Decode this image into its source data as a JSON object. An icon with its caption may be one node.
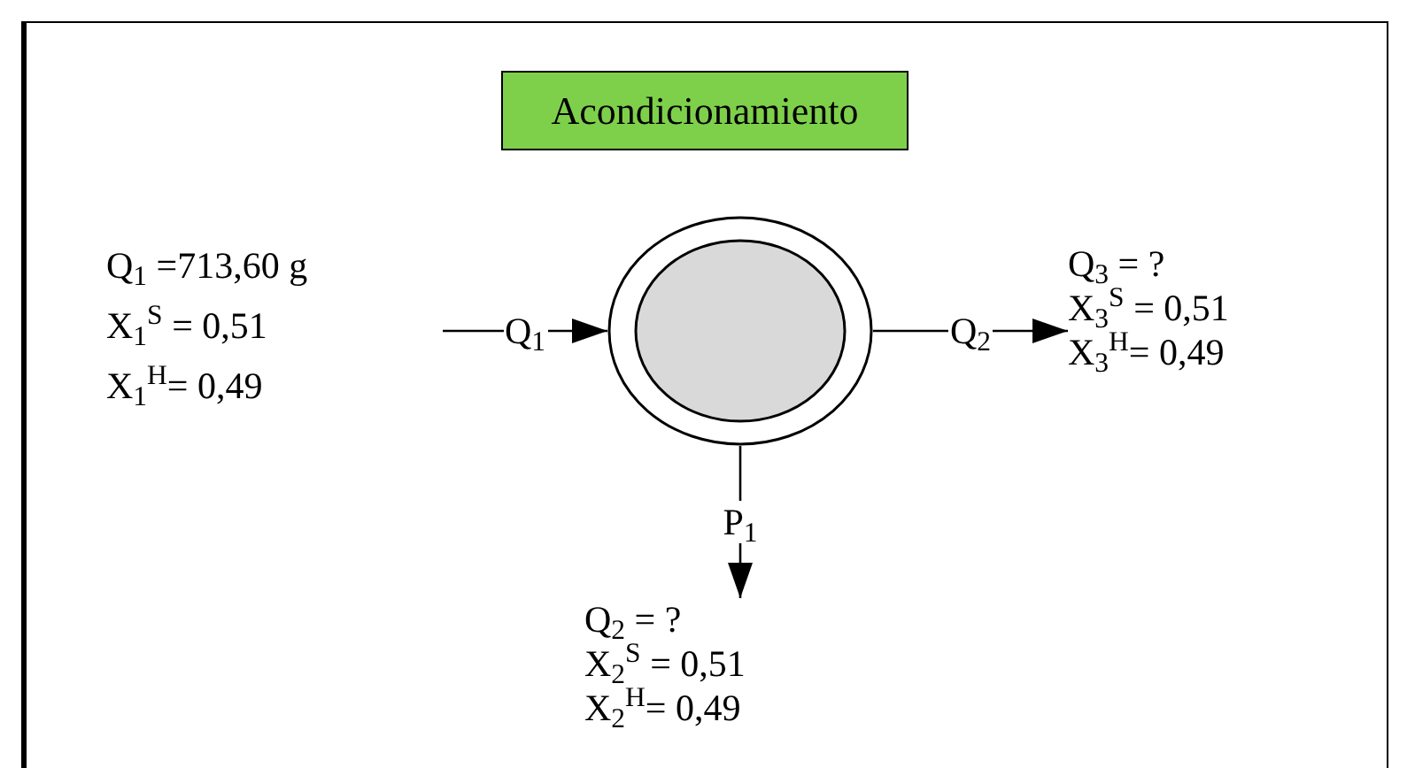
{
  "diagram": {
    "nodes": [
      {
        "text": [
          "Acondicionamiento"
        ]
      },
      {
        "text": [
          "Q$_{1}$ =713,60 g",
          "X$_{1}$$^{S}$ = 0,51",
          "X$_{1}$$^{H}$= 0,49"
        ]
      },
      {
        "text": [],
        "shape": "circle"
      },
      {
        "text": [
          "Q$_{3}$ = ?",
          "X$_{3}$$^{S}$ = 0,51",
          "X$_{3}$$^{H}$= 0,49"
        ]
      },
      {
        "text": [
          "Q$_{2}$ = ?",
          "X$_{2}$$^{S}$ = 0,51",
          "X$_{2}$$^{H}$= 0,49"
        ]
      }
    ],
    "edges": [
      {
        "from": null,
        "to": 2,
        "arrow": "to",
        "label": "Q$_{1}$"
      },
      {
        "from": 2,
        "to": 3,
        "arrow": "to",
        "label": "Q$_{2}$"
      },
      {
        "from": 2,
        "to": 4,
        "arrow": "to",
        "label": "P$_{1}$"
      }
    ]
  }
}
